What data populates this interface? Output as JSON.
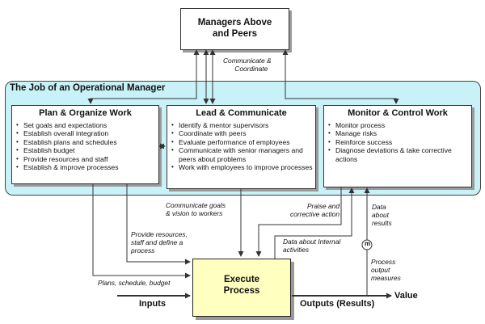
{
  "managers_box": {
    "line1": "Managers Above",
    "line2": "and Peers"
  },
  "band_title": "The Job of an Operational Manager",
  "columns": [
    {
      "title": "Plan & Organize Work",
      "items": [
        "Set goals and expectations",
        "Establish overall integration",
        "Establish plans and schedules",
        "Establish budget",
        "Provide resources and staff",
        "Establish & improve processes"
      ]
    },
    {
      "title": "Lead & Communicate",
      "items": [
        "Identify & mentor supervisors",
        "Coordinate with peers",
        "Evaluate performance of employees",
        "Communicate with senior managers and peers about problems",
        "Work with employees to improve processes"
      ]
    },
    {
      "title": "Monitor & Control Work",
      "items": [
        "Monitor process",
        "Manage risks",
        "Reinforce success",
        "Diagnose deviations & take corrective actions"
      ]
    }
  ],
  "labels": {
    "communicate_coordinate": [
      "Communicate &",
      "Coordinate"
    ],
    "communicate_goals": [
      "Communicate goals",
      "& vision to workers"
    ],
    "praise": [
      "Praise and",
      "corrective action"
    ],
    "data_results": [
      "Data",
      "about",
      "results"
    ],
    "provide_resources": [
      "Provide resources,",
      "staff and define a",
      "process"
    ],
    "data_internal": [
      "Data about Internal",
      "activities"
    ],
    "process_output": [
      "Process",
      "output",
      "measures"
    ],
    "plans": "Plans, schedule, budget",
    "m_marker": "m"
  },
  "execute_box": {
    "line1": "Execute",
    "line2": "Process"
  },
  "io": {
    "inputs": "Inputs",
    "outputs": "Outputs (Results)",
    "value": "Value"
  },
  "colors": {
    "band": "#c8f1f8",
    "execute": "#ffffc0",
    "line": "#333333"
  }
}
